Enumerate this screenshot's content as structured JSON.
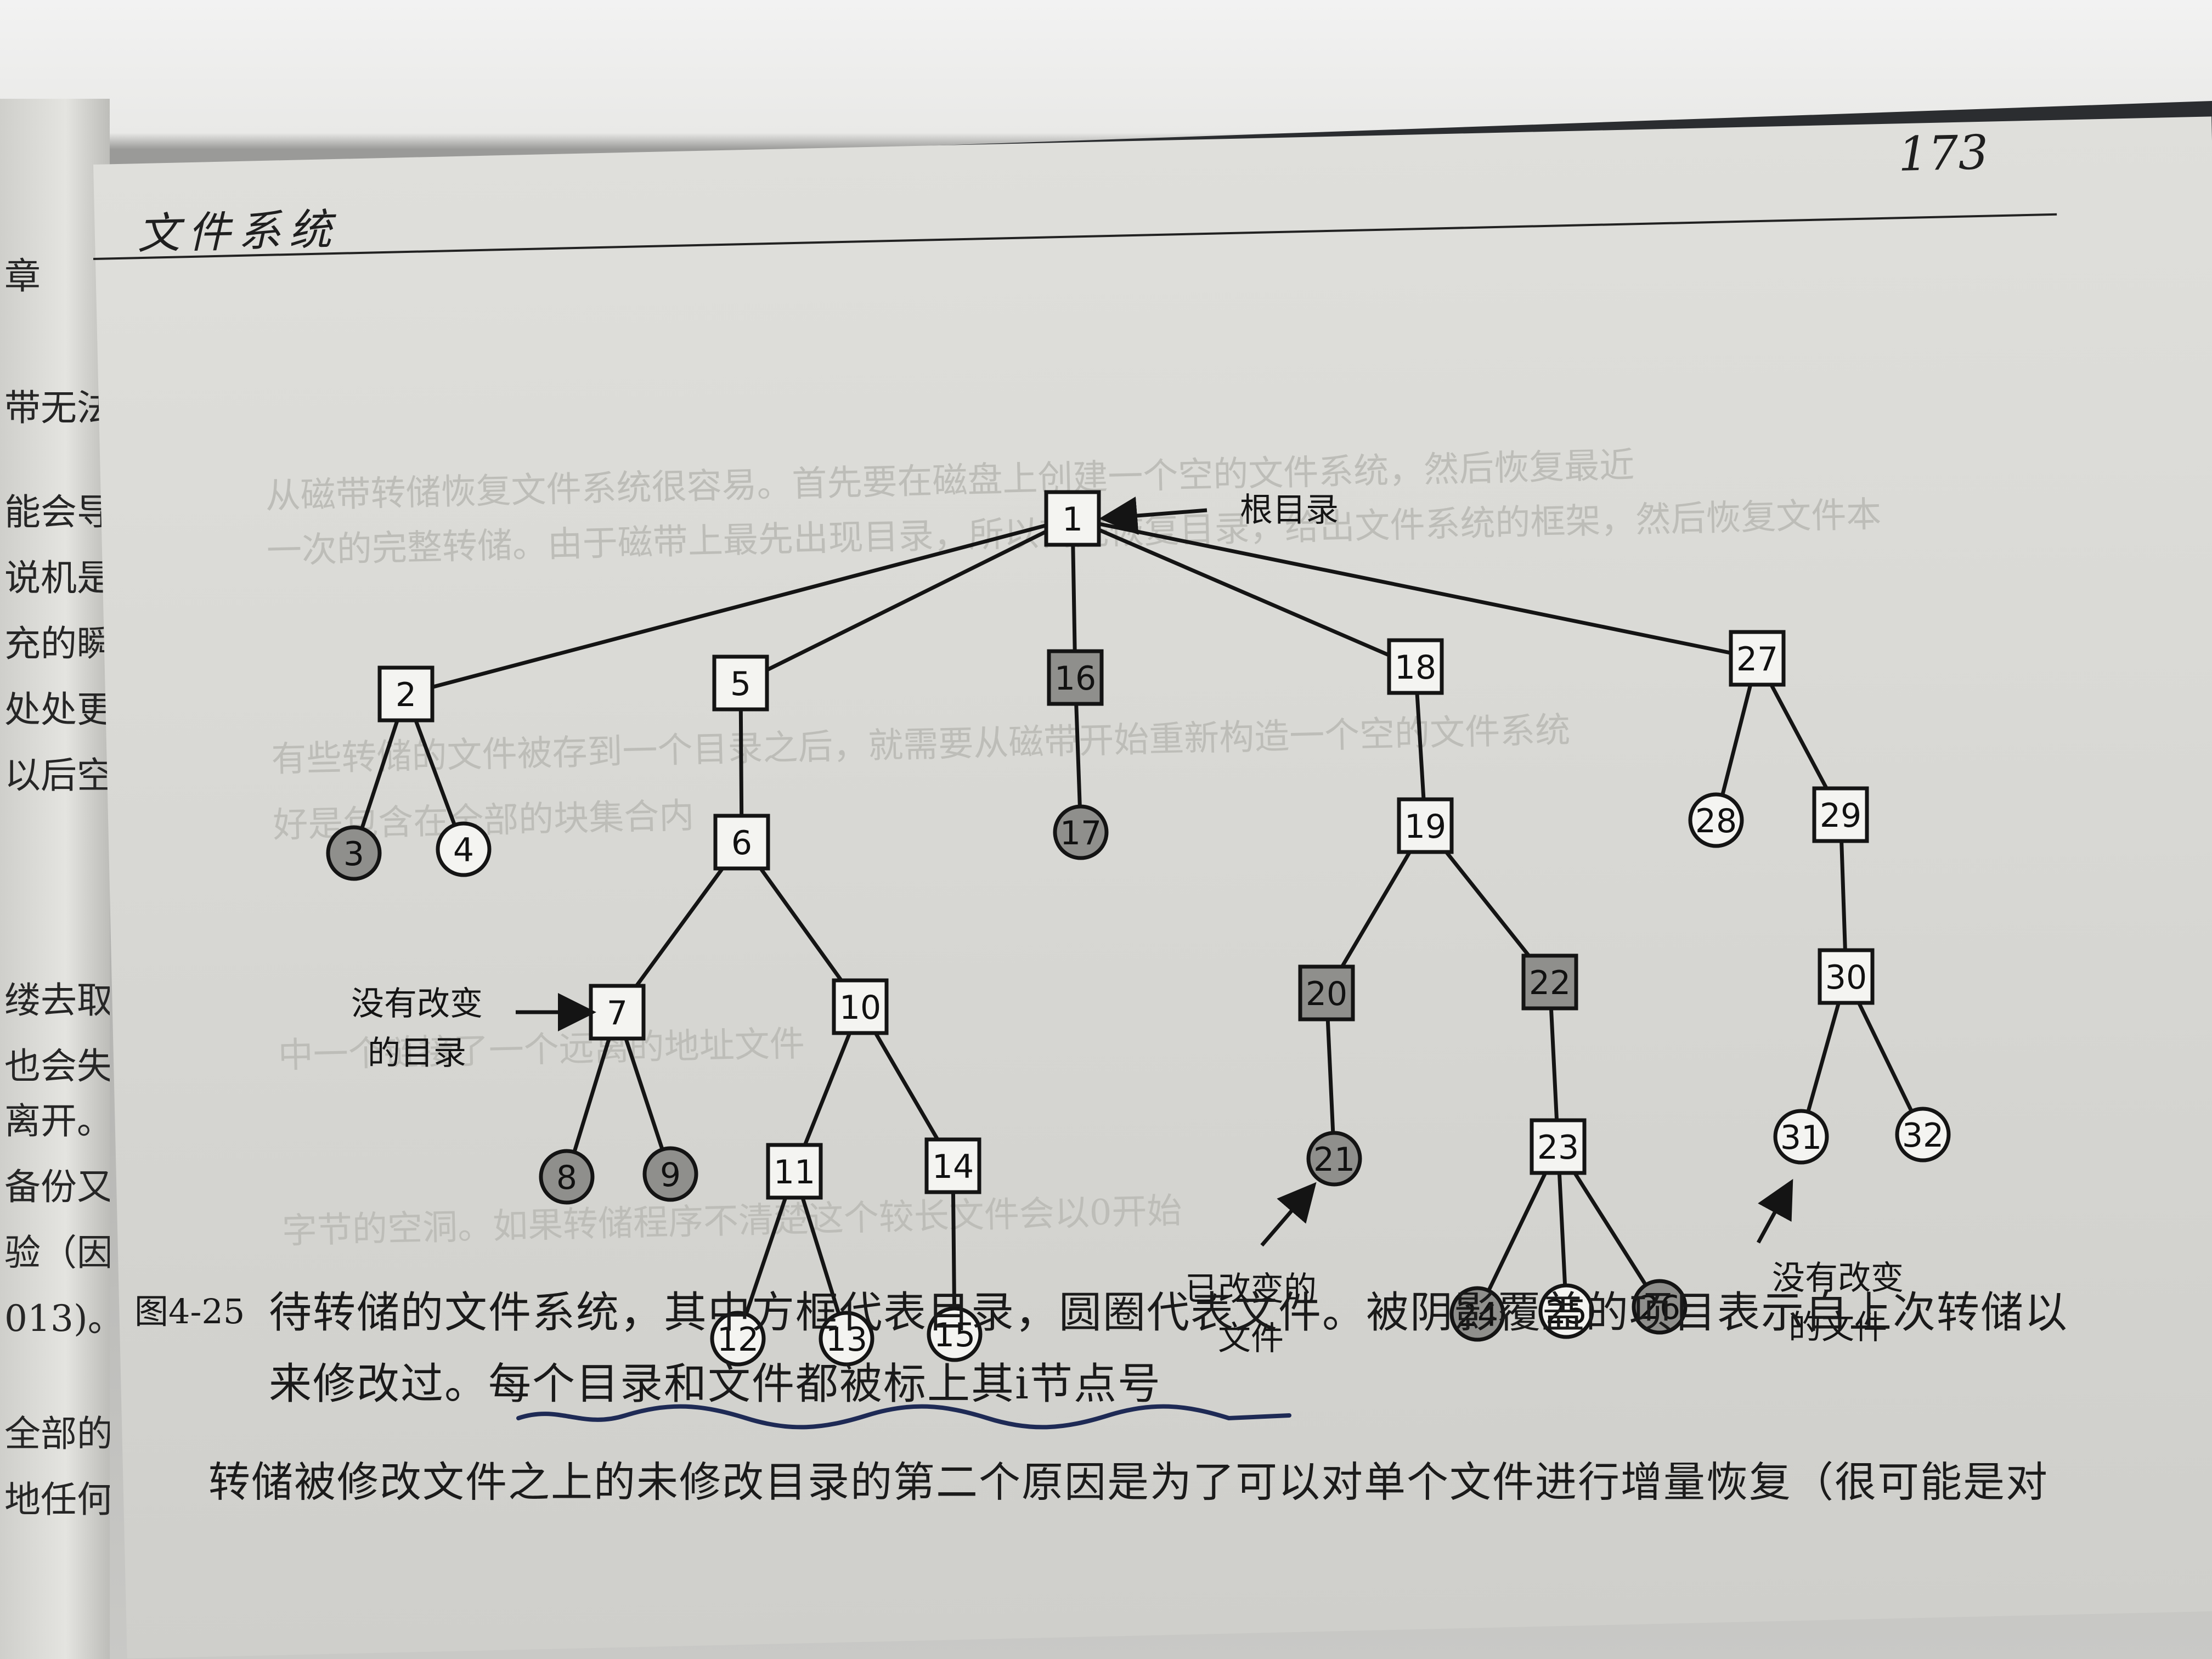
{
  "page": {
    "number": "173",
    "section_title": "文件系统"
  },
  "left_page_fragments": [
    "章",
    "带无法",
    "能会导",
    "说机是",
    "充的瞬",
    "处处更",
    "以后空",
    "缕去取",
    "也会失",
    "离开。",
    "备份又",
    "验（因",
    "013)。",
    "全部的",
    "地任何"
  ],
  "figure": {
    "nodes": [
      {
        "id": "1",
        "kind": "directory",
        "changed": false
      },
      {
        "id": "2",
        "kind": "directory",
        "changed": false
      },
      {
        "id": "3",
        "kind": "file",
        "changed": true
      },
      {
        "id": "4",
        "kind": "file",
        "changed": false
      },
      {
        "id": "5",
        "kind": "directory",
        "changed": false
      },
      {
        "id": "6",
        "kind": "directory",
        "changed": false
      },
      {
        "id": "7",
        "kind": "directory",
        "changed": false
      },
      {
        "id": "8",
        "kind": "file",
        "changed": true
      },
      {
        "id": "9",
        "kind": "file",
        "changed": true
      },
      {
        "id": "10",
        "kind": "directory",
        "changed": false
      },
      {
        "id": "11",
        "kind": "directory",
        "changed": false
      },
      {
        "id": "12",
        "kind": "file",
        "changed": false
      },
      {
        "id": "13",
        "kind": "file",
        "changed": false
      },
      {
        "id": "14",
        "kind": "directory",
        "changed": false
      },
      {
        "id": "15",
        "kind": "file",
        "changed": false
      },
      {
        "id": "16",
        "kind": "directory",
        "changed": true
      },
      {
        "id": "17",
        "kind": "file",
        "changed": true
      },
      {
        "id": "18",
        "kind": "directory",
        "changed": false
      },
      {
        "id": "19",
        "kind": "directory",
        "changed": false
      },
      {
        "id": "20",
        "kind": "directory",
        "changed": true
      },
      {
        "id": "21",
        "kind": "file",
        "changed": true
      },
      {
        "id": "22",
        "kind": "directory",
        "changed": true
      },
      {
        "id": "23",
        "kind": "directory",
        "changed": false
      },
      {
        "id": "24",
        "kind": "file",
        "changed": true
      },
      {
        "id": "25",
        "kind": "file",
        "changed": false
      },
      {
        "id": "26",
        "kind": "file",
        "changed": true
      },
      {
        "id": "27",
        "kind": "directory",
        "changed": false
      },
      {
        "id": "28",
        "kind": "file",
        "changed": false
      },
      {
        "id": "29",
        "kind": "directory",
        "changed": false
      },
      {
        "id": "30",
        "kind": "directory",
        "changed": false
      },
      {
        "id": "31",
        "kind": "file",
        "changed": false
      },
      {
        "id": "32",
        "kind": "file",
        "changed": false
      }
    ],
    "edges": [
      [
        "1",
        "2"
      ],
      [
        "1",
        "5"
      ],
      [
        "1",
        "16"
      ],
      [
        "1",
        "18"
      ],
      [
        "1",
        "27"
      ],
      [
        "2",
        "3"
      ],
      [
        "2",
        "4"
      ],
      [
        "5",
        "6"
      ],
      [
        "6",
        "7"
      ],
      [
        "6",
        "10"
      ],
      [
        "7",
        "8"
      ],
      [
        "7",
        "9"
      ],
      [
        "10",
        "11"
      ],
      [
        "10",
        "14"
      ],
      [
        "11",
        "12"
      ],
      [
        "11",
        "13"
      ],
      [
        "14",
        "15"
      ],
      [
        "16",
        "17"
      ],
      [
        "18",
        "19"
      ],
      [
        "19",
        "20"
      ],
      [
        "19",
        "22"
      ],
      [
        "20",
        "21"
      ],
      [
        "22",
        "23"
      ],
      [
        "23",
        "24"
      ],
      [
        "23",
        "25"
      ],
      [
        "23",
        "26"
      ],
      [
        "27",
        "28"
      ],
      [
        "27",
        "29"
      ],
      [
        "29",
        "30"
      ],
      [
        "30",
        "31"
      ],
      [
        "30",
        "32"
      ]
    ],
    "annotations": {
      "root": "根目录",
      "unchanged_dir": [
        "没有改变",
        "的目录"
      ],
      "changed_file": [
        "已改变的",
        "文件"
      ],
      "unchanged_file": [
        "没有改变",
        "的文件"
      ]
    },
    "caption": {
      "id": "图4-25",
      "line1": "待转储的文件系统，其中方框代表目录，圆圈代表文件。被阴影覆盖的项目表示自上次转储以",
      "line2": "来修改过。每个目录和文件都被标上其i节点号"
    },
    "colors": {
      "shaded": "#8f8f8c",
      "unshaded": "#f4f4f1",
      "stroke": "#141414"
    }
  },
  "body_text": "转储被修改文件之上的未修改目录的第二个原因是为了可以对单个文件进行增量恢复（很可能是对"
}
